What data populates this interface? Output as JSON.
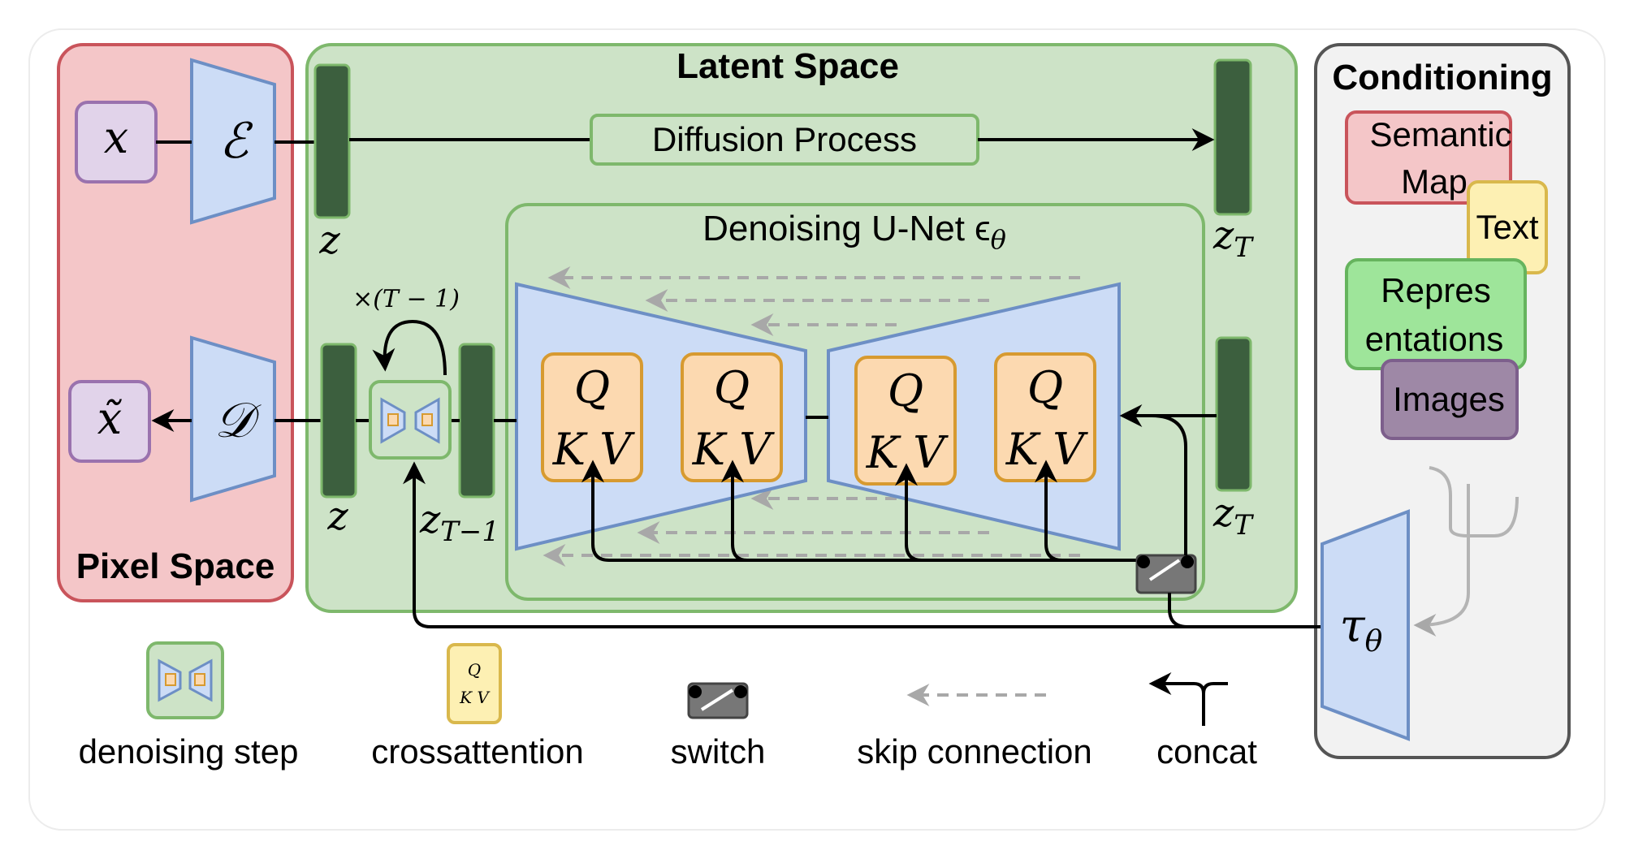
{
  "regions": {
    "pixel_space": "Pixel Space",
    "latent_space": "Latent Space",
    "conditioning": "Conditioning"
  },
  "pixel": {
    "x": "x",
    "x_tilde": "x̃",
    "encoder": "ℰ",
    "decoder": "𝒟"
  },
  "latent": {
    "z_top": "z",
    "z_T_top": "z",
    "z_T_top_sub": "T",
    "diffusion_process": "Diffusion Process",
    "unet_title": "Denoising U-Net ϵ",
    "unet_sub": "θ",
    "loop_label": "×(T − 1)",
    "z_bottom": "z",
    "z_T1": "z",
    "z_T1_sub": "T−1",
    "z_T_bottom": "z",
    "z_T_bottom_sub": "T"
  },
  "attention": {
    "q": "Q",
    "kv": "K V"
  },
  "conditioning": {
    "semantic_map_1": "Semantic",
    "semantic_map_2": "Map",
    "text": "Text",
    "representations_1": "Repres",
    "representations_2": "entations",
    "images": "Images",
    "tau": "τ",
    "tau_sub": "θ"
  },
  "legend": {
    "denoising_step": "denoising step",
    "crossattention": "crossattention",
    "switch": "switch",
    "skip_connection": "skip connection",
    "concat": "concat"
  },
  "colors": {
    "pixel_fill": "#f4c6c8",
    "pixel_stroke": "#c9545b",
    "latent_fill": "#cde3c7",
    "latent_stroke": "#7eb86c",
    "cond_fill": "#f2f2f2",
    "cond_stroke": "#555555",
    "purple_fill": "#e1d3ea",
    "purple_stroke": "#9a72ae",
    "blue_fill": "#ccdcf6",
    "blue_stroke": "#6d8fc5",
    "dark_green": "#3c5f3e",
    "orange_fill": "#fcd9b0",
    "orange_stroke": "#d79a30",
    "red_fill": "#f4c6c8",
    "yellow_fill": "#fdf0b3",
    "yellow_stroke": "#d9b84c",
    "green_fill": "#9ee59a",
    "green_stroke": "#66b45e",
    "gray_fill": "#9e88a6",
    "gray_stroke": "#7d5f8c",
    "switch_fill": "#777777"
  }
}
